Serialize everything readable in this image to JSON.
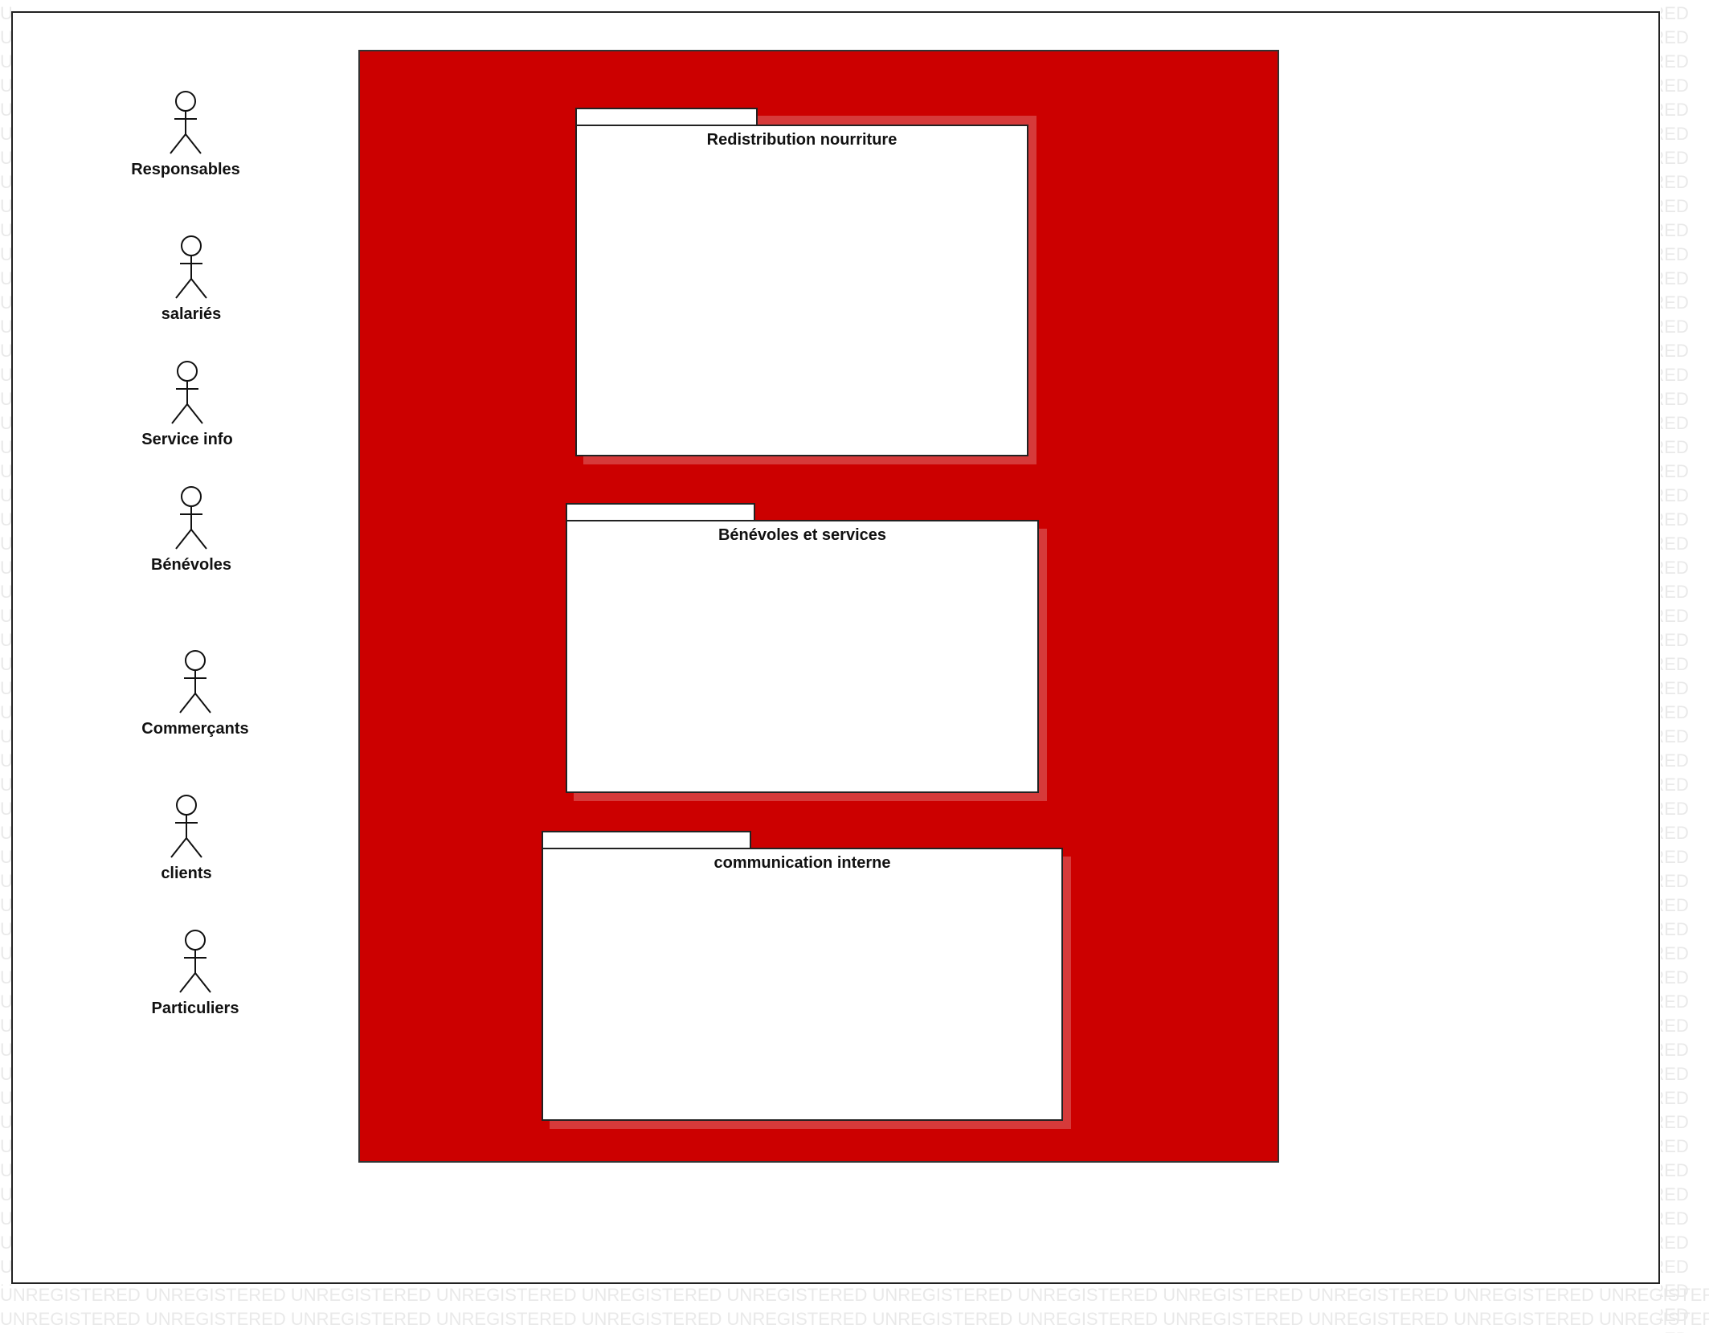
{
  "watermark": {
    "text": "UNREGISTERED"
  },
  "actors": [
    {
      "name": "Responsables"
    },
    {
      "name": "salariés"
    },
    {
      "name": "Service info"
    },
    {
      "name": "Bénévoles"
    },
    {
      "name": "Commerçants"
    },
    {
      "name": "clients"
    },
    {
      "name": "Particuliers"
    }
  ],
  "system": {
    "fill_color": "#cc0000"
  },
  "packages": [
    {
      "title": "Redistribution nourriture"
    },
    {
      "title": "Bénévoles et services"
    },
    {
      "title": "communication interne"
    }
  ]
}
